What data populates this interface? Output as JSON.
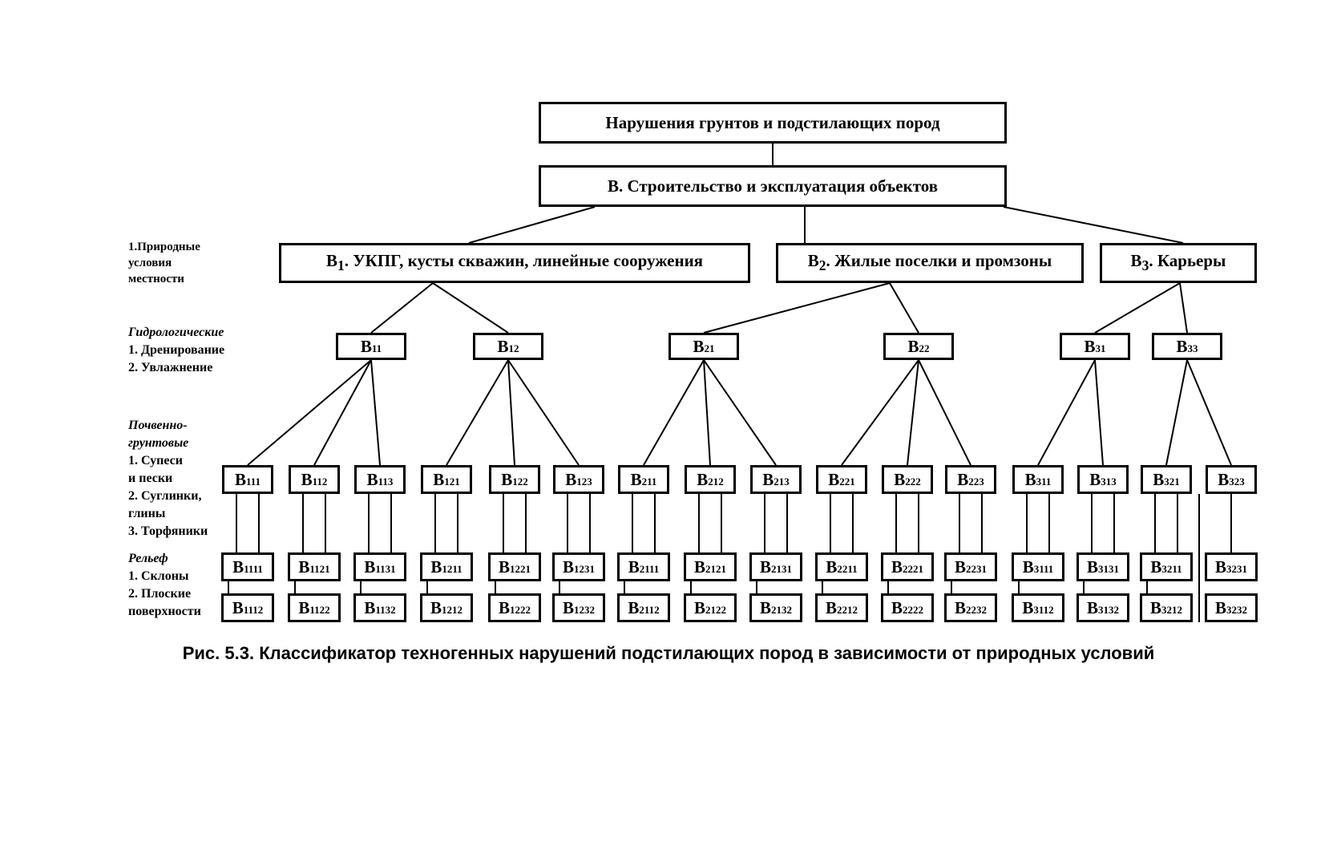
{
  "diagram": {
    "root": "Нарушения грунтов и подстилающих пород",
    "level1": "В. Строительство и эксплуатация объектов",
    "branches": [
      {
        "prefix": "В",
        "sub": "1",
        "suffix": ". УКПГ, кусты скважин, линейные сооружения"
      },
      {
        "prefix": "В",
        "sub": "2",
        "suffix": ". Жилые поселки и промзоны"
      },
      {
        "prefix": "В",
        "sub": "3",
        "suffix": ". Карьеры"
      }
    ],
    "hydro_nodes": [
      "11",
      "12",
      "21",
      "22",
      "31",
      "33"
    ],
    "soil_nodes": [
      "111",
      "112",
      "113",
      "121",
      "122",
      "123",
      "211",
      "212",
      "213",
      "221",
      "222",
      "223",
      "311",
      "313",
      "321",
      "323"
    ],
    "relief_nodes_upper": [
      "1111",
      "1121",
      "1131",
      "1211",
      "1221",
      "1231",
      "2111",
      "2121",
      "2131",
      "2211",
      "2221",
      "2231",
      "3111",
      "3131",
      "3211",
      "3231"
    ],
    "relief_nodes_lower": [
      "1112",
      "1122",
      "1132",
      "1212",
      "1222",
      "1232",
      "2112",
      "2122",
      "2132",
      "2212",
      "2222",
      "2232",
      "3112",
      "3132",
      "3212",
      "3232"
    ],
    "node_letter": "В"
  },
  "legend": {
    "natural_conditions": [
      "1.Природные",
      "условия",
      "местности"
    ],
    "hydro": {
      "heading": "Гидрологические",
      "items": [
        "1. Дренирование",
        "2. Увлажнение"
      ]
    },
    "soil": {
      "heading": [
        "Почвенно-",
        "грунтовые"
      ],
      "items": [
        "1. Супеси",
        "и пески",
        "2. Суглинки,",
        "глины",
        "3. Торфяники"
      ]
    },
    "relief": {
      "heading": "Рельеф",
      "items": [
        "1. Склоны",
        "2. Плоские",
        "поверхности"
      ]
    }
  },
  "caption": "Рис. 5.3. Классификатор техногенных нарушений подстилающих пород в зависимости от природных условий"
}
